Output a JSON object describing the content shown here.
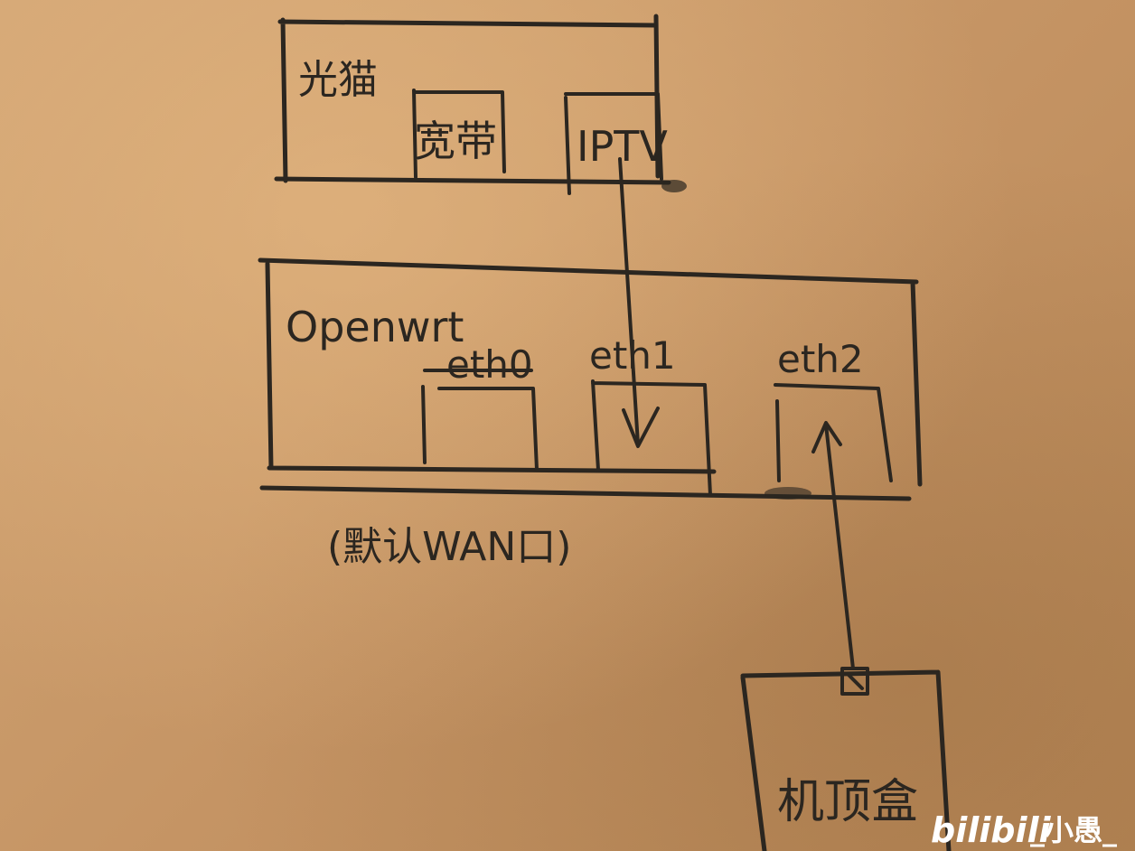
{
  "diagram": {
    "modem": {
      "label": "光猫",
      "ports": [
        {
          "label": "宽带"
        },
        {
          "label": "IPTV"
        }
      ]
    },
    "router": {
      "label": "Openwrt",
      "ports": [
        {
          "label": "eth0"
        },
        {
          "label": "eth1"
        },
        {
          "label": "eth2"
        }
      ],
      "note": "(默认WAN口)"
    },
    "stb": {
      "label": "机顶盒"
    }
  },
  "watermark": {
    "brand": "bilibili",
    "author": "_小愚_"
  },
  "colors": {
    "paper": "#c89b6a",
    "ink": "#2b2620",
    "watermark": "#ffffff"
  }
}
